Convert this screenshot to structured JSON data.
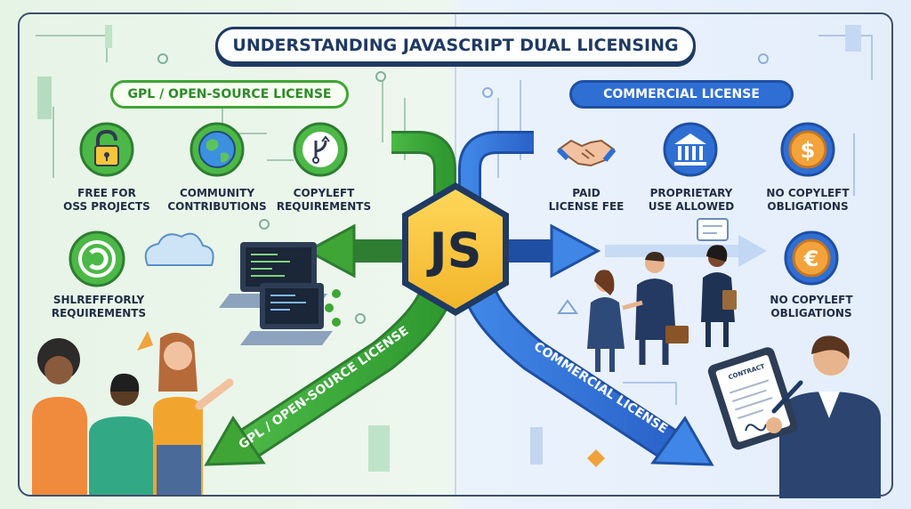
{
  "title": "UNDERSTANDING JAVASCRIPT DUAL LICENSING",
  "center_logo": "JS",
  "left": {
    "header": "GPL / OPEN-SOURCE LICENSE",
    "features": [
      {
        "icon": "unlocked-padlock-icon",
        "line1": "FREE FOR",
        "line2": "OSS PROJECTS"
      },
      {
        "icon": "globe-icon",
        "line1": "COMMUNITY",
        "line2": "CONTRIBUTIONS"
      },
      {
        "icon": "git-branch-icon",
        "line1": "COPYLEFT",
        "line2": "REQUIREMENTS"
      },
      {
        "icon": "copyleft-icon",
        "line1": "SHLREFFFORLY",
        "line2": "REQUIREMENTS"
      }
    ],
    "arrow_label": "GPL / OPEN-SOURCE LICENSE"
  },
  "right": {
    "header": "COMMERCIAL LICENSE",
    "features": [
      {
        "icon": "handshake-icon",
        "line1": "PAID",
        "line2": "LICENSE FEE"
      },
      {
        "icon": "bank-icon",
        "line1": "PROPRIETARY",
        "line2": "USE ALLOWED"
      },
      {
        "icon": "dollar-coin-icon",
        "line1": "NO COPYLEFT",
        "line2": "OBLIGATIONS"
      },
      {
        "icon": "euro-coin-icon",
        "line1": "NO COPYLEFT",
        "line2": "OBLIGATIONS"
      }
    ],
    "arrow_label": "COMMERCIAL LICENSE",
    "contract_text": "CONTRACT"
  },
  "colors": {
    "green": "#3fa535",
    "green_dark": "#2e7d32",
    "blue": "#2f6fd4",
    "blue_dark": "#1f4fa3",
    "navy": "#1f3a63",
    "js_yellow": "#f6c53c",
    "coin_orange": "#f3a33b"
  }
}
